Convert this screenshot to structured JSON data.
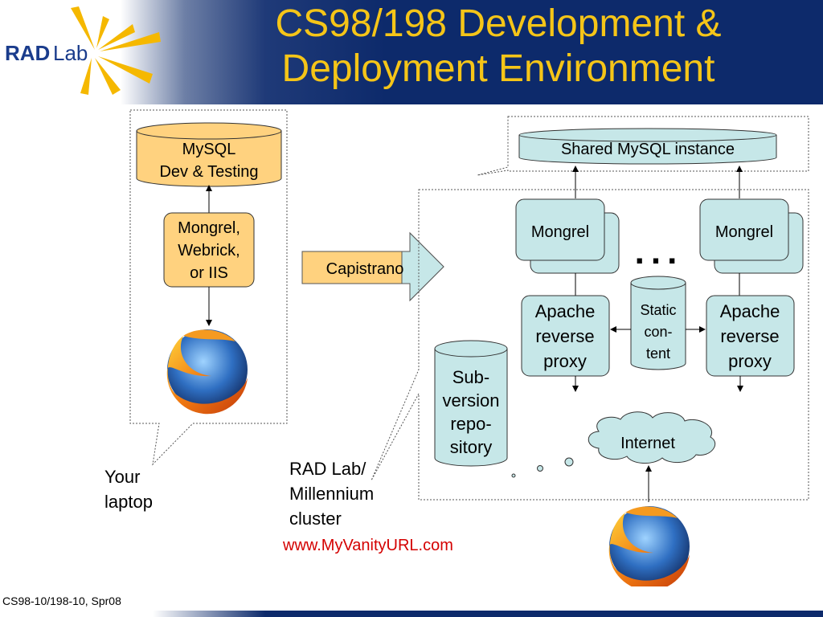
{
  "slide": {
    "title_line1": "CS98/198 Development &",
    "title_line2": "Deployment Environment",
    "footer": "CS98-10/198-10, Spr08",
    "url": "www.MyVanityURL.com"
  },
  "logo": {
    "text_rad": "RAD",
    "text_lab": "Lab"
  },
  "laptop": {
    "db_line1": "MySQL",
    "db_line2": "Dev & Testing",
    "server_line1": "Mongrel,",
    "server_line2": "Webrick,",
    "server_line3": "or IIS",
    "caption_line1": "Your",
    "caption_line2": "laptop"
  },
  "capistrano": "Capistrano",
  "cluster": {
    "shared_db": "Shared MySQL instance",
    "mongrel_left": "Mongrel",
    "mongrel_right": "Mongrel",
    "ellipsis": "...",
    "apache_left": [
      "Apache",
      "reverse",
      "proxy"
    ],
    "apache_right": [
      "Apache",
      "reverse",
      "proxy"
    ],
    "static": [
      "Static",
      "con-",
      "tent"
    ],
    "svn": [
      "Sub-",
      "version",
      "repo-",
      "sitory"
    ],
    "internet": "Internet",
    "caption": [
      "RAD Lab/",
      "Millennium",
      "cluster"
    ]
  },
  "colors": {
    "title": "#f5c518",
    "header_bg": "#0d2a6b",
    "laptop_box": "#ffd27f",
    "cluster_box": "#c6e7e8",
    "url": "#d40000"
  },
  "icons": {
    "browser": "firefox-icon",
    "logo_burst": "sunburst-icon"
  }
}
